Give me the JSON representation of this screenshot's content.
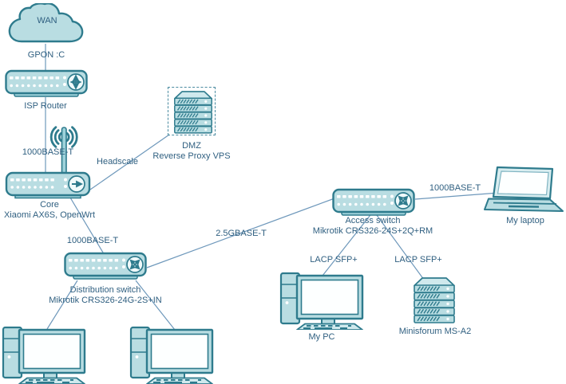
{
  "colors": {
    "shape_fill": "#b9dde2",
    "shape_fill_light": "#cfe9ed",
    "shape_stroke": "#2e7b8d",
    "text": "#2f5f80",
    "wire": "#6e98bb",
    "screen": "#fdffff"
  },
  "nodes": {
    "wan": {
      "label": "WAN"
    },
    "isp_router": {
      "label": "ISP Router"
    },
    "core": {
      "label": "Core",
      "sublabel": "Xiaomi AX6S, OpenWrt"
    },
    "dmz": {
      "label": "DMZ",
      "sublabel": "Reverse Proxy VPS"
    },
    "distribution_switch": {
      "label": "Distribution switch",
      "sublabel": "Mikrotik CRS326-24G-2S+IN"
    },
    "access_switch": {
      "label": "Access switch",
      "sublabel": "Mikrotik CRS326-24S+2Q+RM"
    },
    "my_laptop": {
      "label": "My laptop"
    },
    "my_pc": {
      "label": "My PC"
    },
    "minisforum": {
      "label": "Minisforum MS-A2"
    }
  },
  "links": {
    "wan_to_isp": {
      "label": "GPON :C"
    },
    "isp_to_core": {
      "label": "1000BASE-T"
    },
    "core_to_dmz": {
      "label": "Headscale"
    },
    "core_to_distribution": {
      "label": "1000BASE-T"
    },
    "distribution_to_access": {
      "label": "2.5GBASE-T"
    },
    "access_to_laptop": {
      "label": "1000BASE-T"
    },
    "access_to_pc": {
      "label": "LACP SFP+"
    },
    "access_to_minisforum": {
      "label": "LACP SFP+"
    }
  }
}
